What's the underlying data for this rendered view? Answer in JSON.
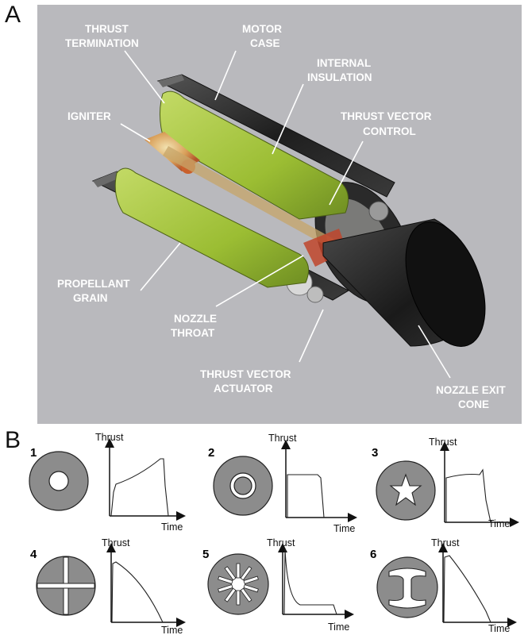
{
  "panel_a": {
    "letter": "A",
    "callouts": {
      "thrust_termination": [
        "THRUST",
        "TERMINATION"
      ],
      "motor_case": [
        "MOTOR",
        "CASE"
      ],
      "internal_insulation": [
        "INTERNAL",
        "INSULATION"
      ],
      "igniter": [
        "IGNITER"
      ],
      "thrust_vector_control": [
        "THRUST VECTOR",
        "CONTROL"
      ],
      "propellant_grain": [
        "PROPELLANT",
        "GRAIN"
      ],
      "nozzle_throat": [
        "NOZZLE",
        "THROAT"
      ],
      "thrust_vector_actuator": [
        "THRUST VECTOR",
        "ACTUATOR"
      ],
      "nozzle_exit_cone": [
        "NOZZLE EXIT",
        "CONE"
      ]
    }
  },
  "panel_b": {
    "letter": "B",
    "y_label": "Thrust",
    "x_label": "Time",
    "grains": [
      {
        "number": "1",
        "shape": "circular-bore",
        "profile": "progressive"
      },
      {
        "number": "2",
        "shape": "tube-in-tube",
        "profile": "neutral"
      },
      {
        "number": "3",
        "shape": "star",
        "profile": "neutral"
      },
      {
        "number": "4",
        "shape": "cross-slotted",
        "profile": "regressive"
      },
      {
        "number": "5",
        "shape": "multi-slot-wagon-wheel",
        "profile": "boost-sustain"
      },
      {
        "number": "6",
        "shape": "dogbone",
        "profile": "regressive"
      }
    ]
  },
  "colors": {
    "background_a": "#b9b9bd",
    "propellant": "#a9c63f",
    "case": "#2b2b2b",
    "grain_disk": "#8c8c8c"
  }
}
